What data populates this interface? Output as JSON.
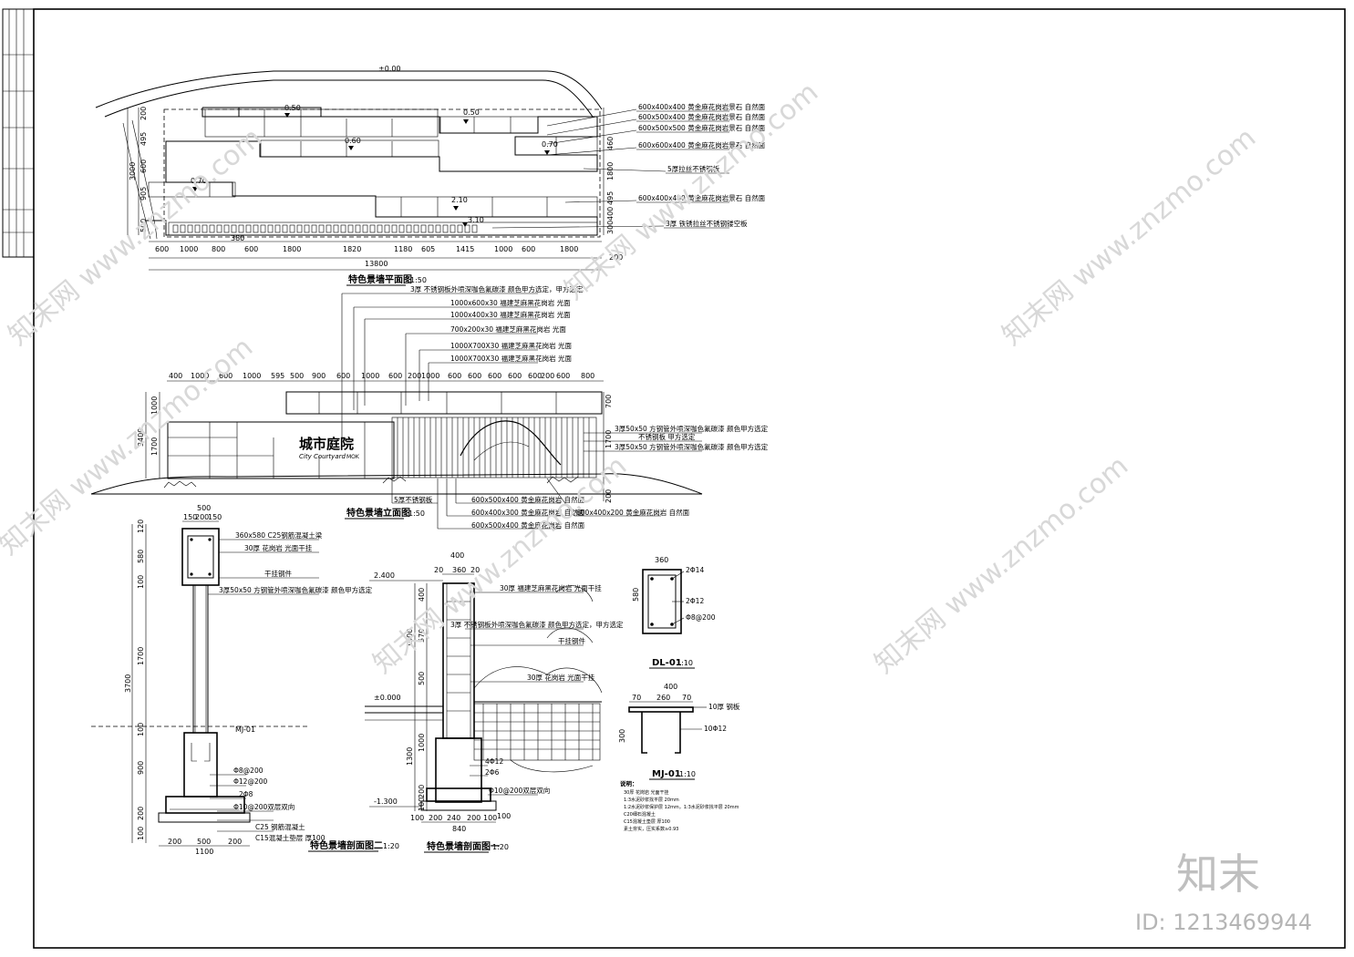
{
  "plan": {
    "title": "特色景墙平面图",
    "scale": "1:50",
    "top_level": "±0.00",
    "levels": [
      "0.50",
      "0.50",
      "0.60",
      "0.70",
      "0.70",
      "2.10",
      "3.10"
    ],
    "top_dims": [
      "600",
      "1000",
      "800",
      "600",
      "1800",
      "1820",
      "1180",
      "605",
      "1415",
      "1000",
      "600",
      "1800"
    ],
    "right_dim": "200",
    "total_dim": "13800",
    "left_dims": [
      "200",
      "495",
      "600",
      "905",
      "500"
    ],
    "left_total": "3000",
    "right_dims": [
      "460",
      "1800",
      "495",
      "400",
      "300"
    ],
    "mid_label": "380",
    "callouts": [
      "600x400x400 黄金麻花岗岩景石 自然面",
      "600x500x400 黄金麻花岗岩景石 自然面",
      "600x500x500 黄金麻花岗岩景石 自然面",
      "600x600x400 黄金麻花岗岩景石 自然面",
      "5厚拉丝不锈钢板",
      "600x400x400 黄金麻花岗岩景石 自然面",
      "3厚 铁锈拉丝不锈钢镂空板"
    ]
  },
  "elevation": {
    "title": "特色景墙立面图",
    "scale": "1:50",
    "sign_cn": "城市庭院",
    "sign_en": "City Courtyard",
    "sign_tag": "MOK",
    "top_dims": [
      "400",
      "1000",
      "600",
      "1000",
      "595",
      "500",
      "900",
      "600",
      "1000",
      "600",
      "200",
      "1000",
      "600",
      "600",
      "600",
      "600",
      "600",
      "200",
      "600",
      "800"
    ],
    "left_dims": [
      "1000",
      "1700"
    ],
    "left_total": "3400",
    "right_dims": [
      "700",
      "1700",
      "200"
    ],
    "callouts_top": [
      "3厚 不锈钢板外喷深咖色氟碳漆 颜色甲方选定，甲方选定",
      "1000x600x30 福建芝麻黑花岗岩 光面",
      "1000x400x30 福建芝麻黑花岗岩 光面",
      "700x200x30 福建芝麻黑花岗岩 光面",
      "1000X700X30 福建芝麻黑花岗岩 光面",
      "1000X700X30 福建芝麻黑花岗岩 光面"
    ],
    "callouts_right": [
      "3厚50x50 方钢管外喷深咖色氟碳漆 颜色甲方选定",
      "不锈钢板 甲方选定",
      "3厚50x50 方钢管外喷深咖色氟碳漆 颜色甲方选定"
    ],
    "callouts_bottom": [
      "5厚不锈钢板",
      "600x500x400 黄金麻花岗岩 自然面",
      "600x400x300 黄金麻花岗岩 自然面",
      "600x400x200 黄金麻花岗岩 自然面",
      "600x500x400 黄金麻花岗岩 自然面"
    ]
  },
  "section2": {
    "title": "特色景墙剖面图二",
    "scale": "1:20",
    "top_dims": [
      "150",
      "200",
      "150"
    ],
    "top_total": "500",
    "left_dims": [
      "120",
      "580",
      "100",
      "1700",
      "100",
      "900",
      "200",
      "100"
    ],
    "left_total": "3700",
    "bottom_dims": [
      "200",
      "500",
      "200"
    ],
    "bottom_total": "1100",
    "mj_label": "MJ-01",
    "callouts": [
      "360x580 C25钢筋混凝土梁",
      "30厚 花岗岩 光面干挂",
      "干挂钢件",
      "3厚50x50 方钢管外喷深咖色氟碳漆 颜色甲方选定",
      "Φ8@200",
      "Φ12@200",
      "2Φ8",
      "Φ10@200双层双向",
      "C25 钢筋混凝土",
      "C15混凝土垫层 厚100"
    ]
  },
  "section1": {
    "title": "特色景墙剖面图一",
    "scale": "1:20",
    "top_dims": [
      "20",
      "360",
      "20"
    ],
    "top_total": "400",
    "level_top": "2.400",
    "level_ground": "±0.000",
    "level_bottom": "-1.300",
    "left_dims": [
      "400",
      "570",
      "1500",
      "500",
      "1000",
      "1300",
      "200",
      "100"
    ],
    "bottom_dims": [
      "100",
      "200",
      "240",
      "200",
      "100"
    ],
    "bottom_total": "840",
    "right_dim": "100",
    "callouts": [
      "30厚 福建芝麻黑花岗岩 光面干挂",
      "3厚 不锈钢板外喷深咖色氟碳漆 颜色甲方选定，甲方选定",
      "干挂钢件",
      "30厚 花岗岩 光面干挂",
      "4Φ12",
      "2Φ6",
      "Φ10@200双层双向"
    ],
    "notes_title": "说明：",
    "notes": [
      "30厚 花岗岩 光面干挂",
      "1:3水泥砂浆找平层 20mm",
      "1:2水泥砂浆保护层 12mm，1:3水泥砂浆找平层 20mm",
      "C20细石混凝土",
      "C15混凝土垫层 厚100",
      "素土夯实，压实系数≥0.93"
    ]
  },
  "details": {
    "dl01": {
      "title": "DL-01",
      "scale": "1:10",
      "w": "360",
      "h": "580",
      "rebar": [
        "2Φ14",
        "2Φ12",
        "Φ8@200"
      ]
    },
    "mj01": {
      "title": "MJ-01",
      "scale": "1:10",
      "dims": [
        "70",
        "260",
        "70"
      ],
      "total": "400",
      "h": "300",
      "plate": "10厚 钢板",
      "rebar": "10Φ12"
    }
  },
  "watermark": {
    "text": "知末网 www.znzmo.com",
    "brand": "知末",
    "id": "ID: 1213469944"
  }
}
